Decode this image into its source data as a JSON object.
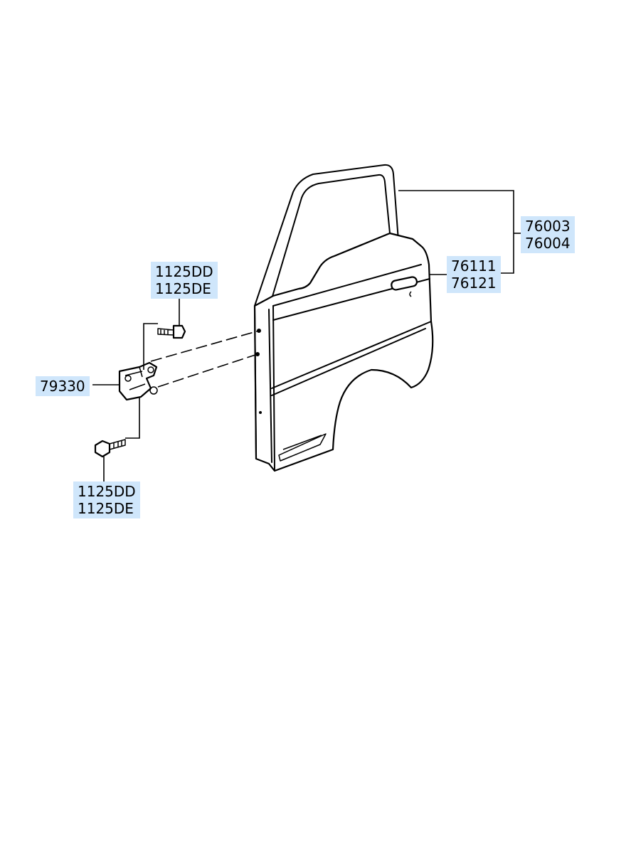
{
  "callouts": {
    "door_frame": {
      "codes": [
        "76003",
        "76004"
      ]
    },
    "door_panel": {
      "codes": [
        "76111",
        "76121"
      ]
    },
    "upper_bolt": {
      "codes": [
        "1125DD",
        "1125DE"
      ]
    },
    "hinge": {
      "codes": [
        "79330"
      ]
    },
    "lower_bolt": {
      "codes": [
        "1125DD",
        "1125DE"
      ]
    }
  },
  "colors": {
    "label_background": "#cfe6fb",
    "line": "#000000",
    "background": "#ffffff"
  }
}
